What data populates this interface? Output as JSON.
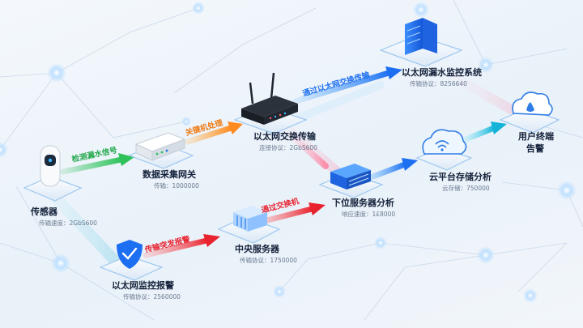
{
  "nodes": {
    "sensor": {
      "title": "传感器",
      "sub": "传输速度：2GbS600"
    },
    "gateway": {
      "title": "数据采集网关",
      "sub": "传输：1000000"
    },
    "switch": {
      "title": "以太网交换传输",
      "sub": "连接协议：2GbS600"
    },
    "system": {
      "title": "以太网漏水监控系统",
      "sub": "传输协议：8256640"
    },
    "user": {
      "title": "用户终端",
      "title2": "告警"
    },
    "cloud": {
      "title": "云平台存储分析",
      "sub": "云存储：750000"
    },
    "edge": {
      "title": "下位服务器分析",
      "sub": "响应速度：1£8000"
    },
    "central": {
      "title": "中央服务器",
      "sub": "传输协议：1750000"
    },
    "alarm": {
      "title": "以太网监控报警",
      "sub": "传输协议：2560000"
    }
  },
  "arrows": {
    "detect": "检测漏水信号",
    "offline": "关键机处理",
    "eth": "通过以太网交换传输",
    "alarm": "传输突发报警",
    "switch2": "通过交换机"
  },
  "colors": {
    "green": "#2fc25b",
    "orange": "#ff8a1f",
    "blue": "#1d7cf2",
    "red": "#f03c3c",
    "cyan": "#19b8e0",
    "pink": "#ff6b8f"
  }
}
